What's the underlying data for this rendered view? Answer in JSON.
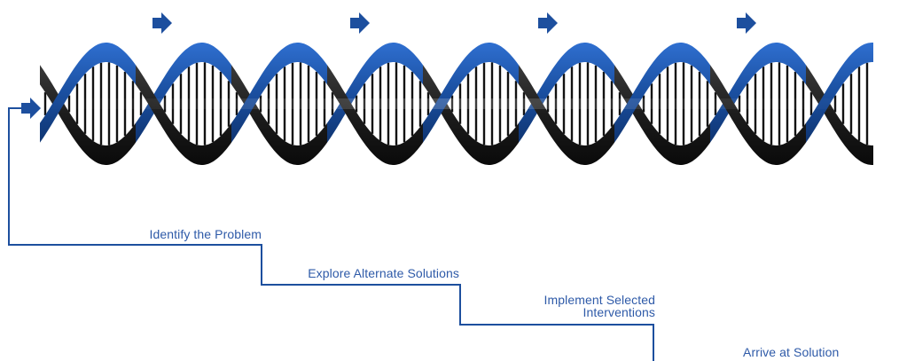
{
  "steps": [
    {
      "label": "Identify the Problem"
    },
    {
      "label": "Explore Alternate Solutions"
    },
    {
      "label_line1": "Implement Selected",
      "label_line2": "Interventions"
    },
    {
      "label": "Arrive at Solution"
    }
  ],
  "arrows": {
    "count_top": 4,
    "direction": "right",
    "icon": "arrow-right-icon"
  },
  "colors": {
    "blue_strand": "#1a4fa0",
    "black_strand": "#1c1c1c",
    "rung": "#111111",
    "arrow": "#1d4f9e",
    "step_line": "#1d4f9e",
    "label_text": "#2e5aa8"
  },
  "helix": {
    "twists": 9
  }
}
